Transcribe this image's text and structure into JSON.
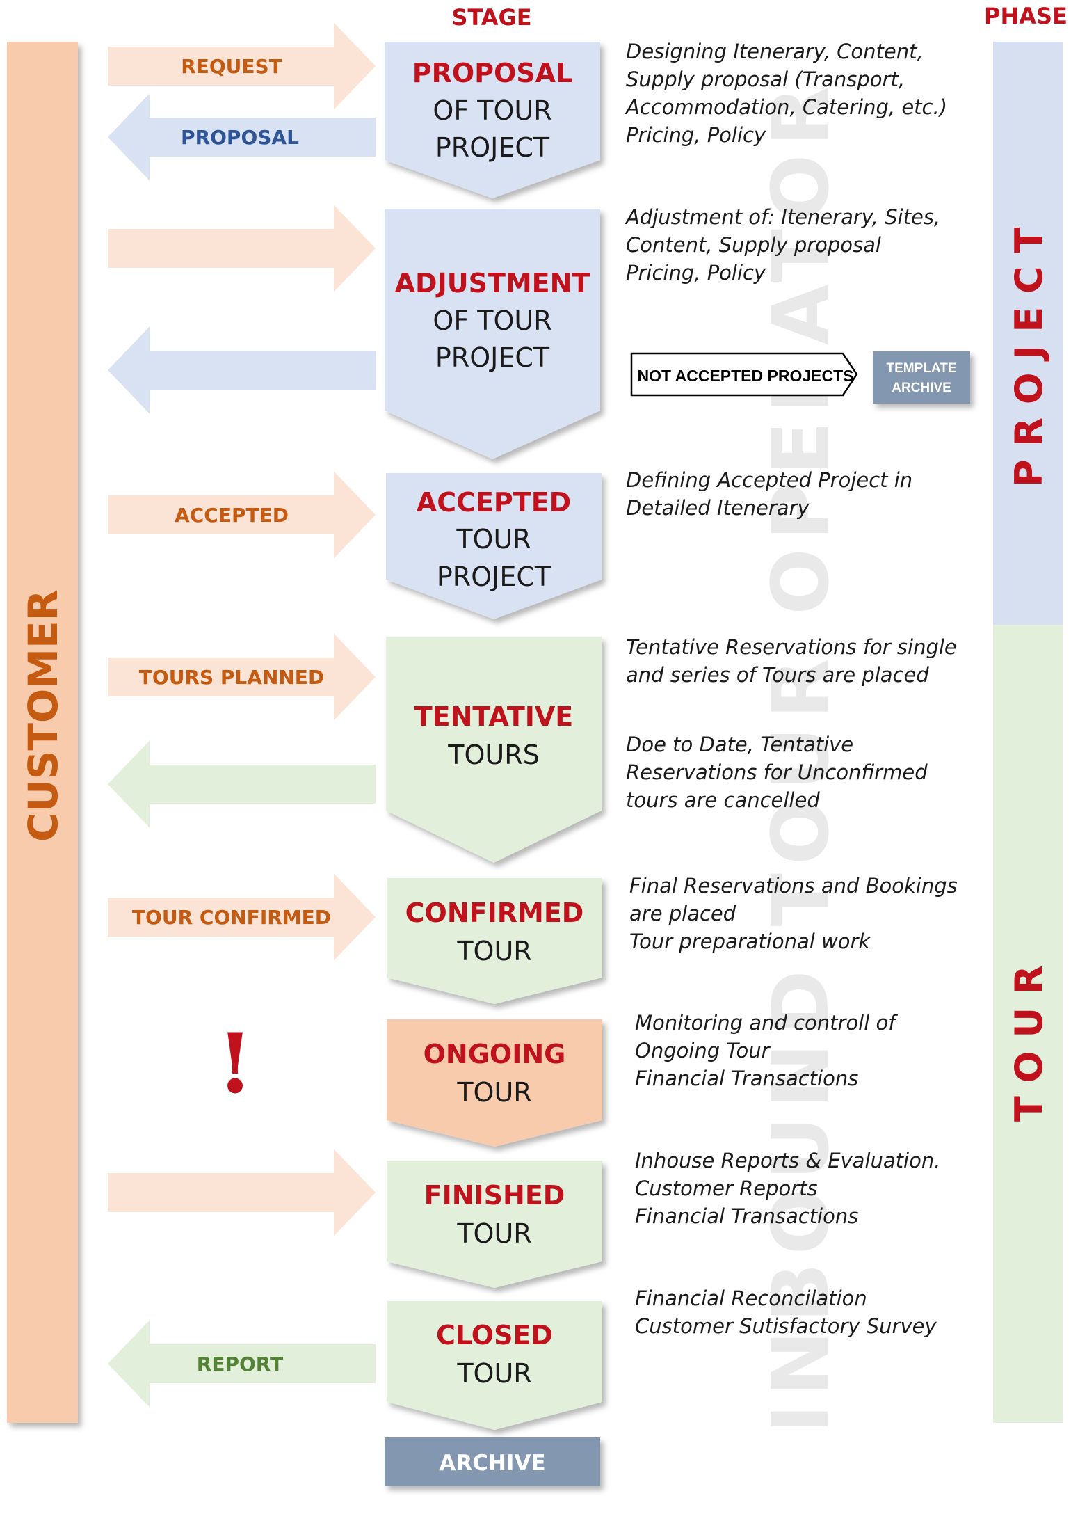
{
  "headers": {
    "stage": "STAGE",
    "phase": "PHASE"
  },
  "actor_left": "CUSTOMER",
  "actor_center": "INBOUND TOUR OPERATOR",
  "phases": [
    {
      "label": "P R O J E C T",
      "color": "#d7e0f0"
    },
    {
      "label": "T O U R",
      "color": "#e2efda"
    }
  ],
  "colors": {
    "title_red": "#c0121c",
    "customer_bar": "#f8cbad",
    "customer_text": "#c55a11",
    "peach_arrow": "#fbe4d5",
    "blue_arrow": "#d9e2f3",
    "green_arrow": "#e2efda",
    "blue_box": "#d9e2f3",
    "green_box": "#e2efda",
    "orange_box": "#f8cbad",
    "archive_box": "#8497b0",
    "label_orange": "#c55a11",
    "label_blue": "#2f5597",
    "label_green": "#548235"
  },
  "stages": [
    {
      "title": "PROPOSAL",
      "sub1": "OF TOUR",
      "sub2": "PROJECT",
      "description": "Designing Itenerary, Content,\nSupply proposal (Transport,\nAccommodation, Catering, etc.)\nPricing, Policy",
      "box_color": "blue"
    },
    {
      "title": "ADJUSTMENT",
      "sub1": "OF TOUR",
      "sub2": "PROJECT",
      "description": "Adjustment of: Itenerary, Sites,\nContent, Supply proposal\nPricing, Policy",
      "box_color": "blue"
    },
    {
      "title": "ACCEPTED",
      "sub1": "TOUR",
      "sub2": "PROJECT",
      "description": "Defining Accepted Project in\nDetailed Itenerary",
      "box_color": "blue"
    },
    {
      "title": "TENTATIVE",
      "sub1": "TOURS",
      "sub2": "",
      "description": "Tentative Reservations for single\nand series of Tours are placed",
      "description2": "Doe to Date, Tentative\nReservations for Unconfirmed\ntours are cancelled",
      "box_color": "green"
    },
    {
      "title": "CONFIRMED",
      "sub1": "TOUR",
      "sub2": "",
      "description": "Final Reservations and Bookings\nare placed\nTour preparational work",
      "box_color": "green"
    },
    {
      "title": "ONGOING",
      "sub1": "TOUR",
      "sub2": "",
      "description": "Monitoring and controll of\nOngoing Tour\nFinancial Transactions",
      "box_color": "orange"
    },
    {
      "title": "FINISHED",
      "sub1": "TOUR",
      "sub2": "",
      "description": "Inhouse Reports & Evaluation.\nCustomer Reports\nFinancial Transactions",
      "box_color": "green"
    },
    {
      "title": "CLOSED",
      "sub1": "TOUR",
      "sub2": "",
      "description": "Financial Reconcilation\nCustomer Sutisfactory Survey",
      "box_color": "green"
    }
  ],
  "arrows": [
    {
      "label": "REQUEST",
      "direction": "right",
      "color": "peach",
      "label_color": "orange"
    },
    {
      "label": "PROPOSAL",
      "direction": "left",
      "color": "blue",
      "label_color": "blue"
    },
    {
      "label": "",
      "direction": "right",
      "color": "peach",
      "label_color": "orange"
    },
    {
      "label": "",
      "direction": "left",
      "color": "blue",
      "label_color": "blue"
    },
    {
      "label": "ACCEPTED",
      "direction": "right",
      "color": "peach",
      "label_color": "orange"
    },
    {
      "label": "TOURS PLANNED",
      "direction": "right",
      "color": "peach",
      "label_color": "orange"
    },
    {
      "label": "",
      "direction": "left",
      "color": "green",
      "label_color": "green"
    },
    {
      "label": "TOUR CONFIRMED",
      "direction": "right",
      "color": "peach",
      "label_color": "orange"
    },
    {
      "label": "",
      "direction": "right",
      "color": "peach",
      "label_color": "orange"
    },
    {
      "label": "REPORT",
      "direction": "left",
      "color": "green",
      "label_color": "green"
    }
  ],
  "alert_symbol": "!",
  "not_accepted": "NOT ACCEPTED PROJECTS",
  "template_archive": {
    "line1": "TEMPLATE",
    "line2": "ARCHIVE"
  },
  "archive": "ARCHIVE"
}
